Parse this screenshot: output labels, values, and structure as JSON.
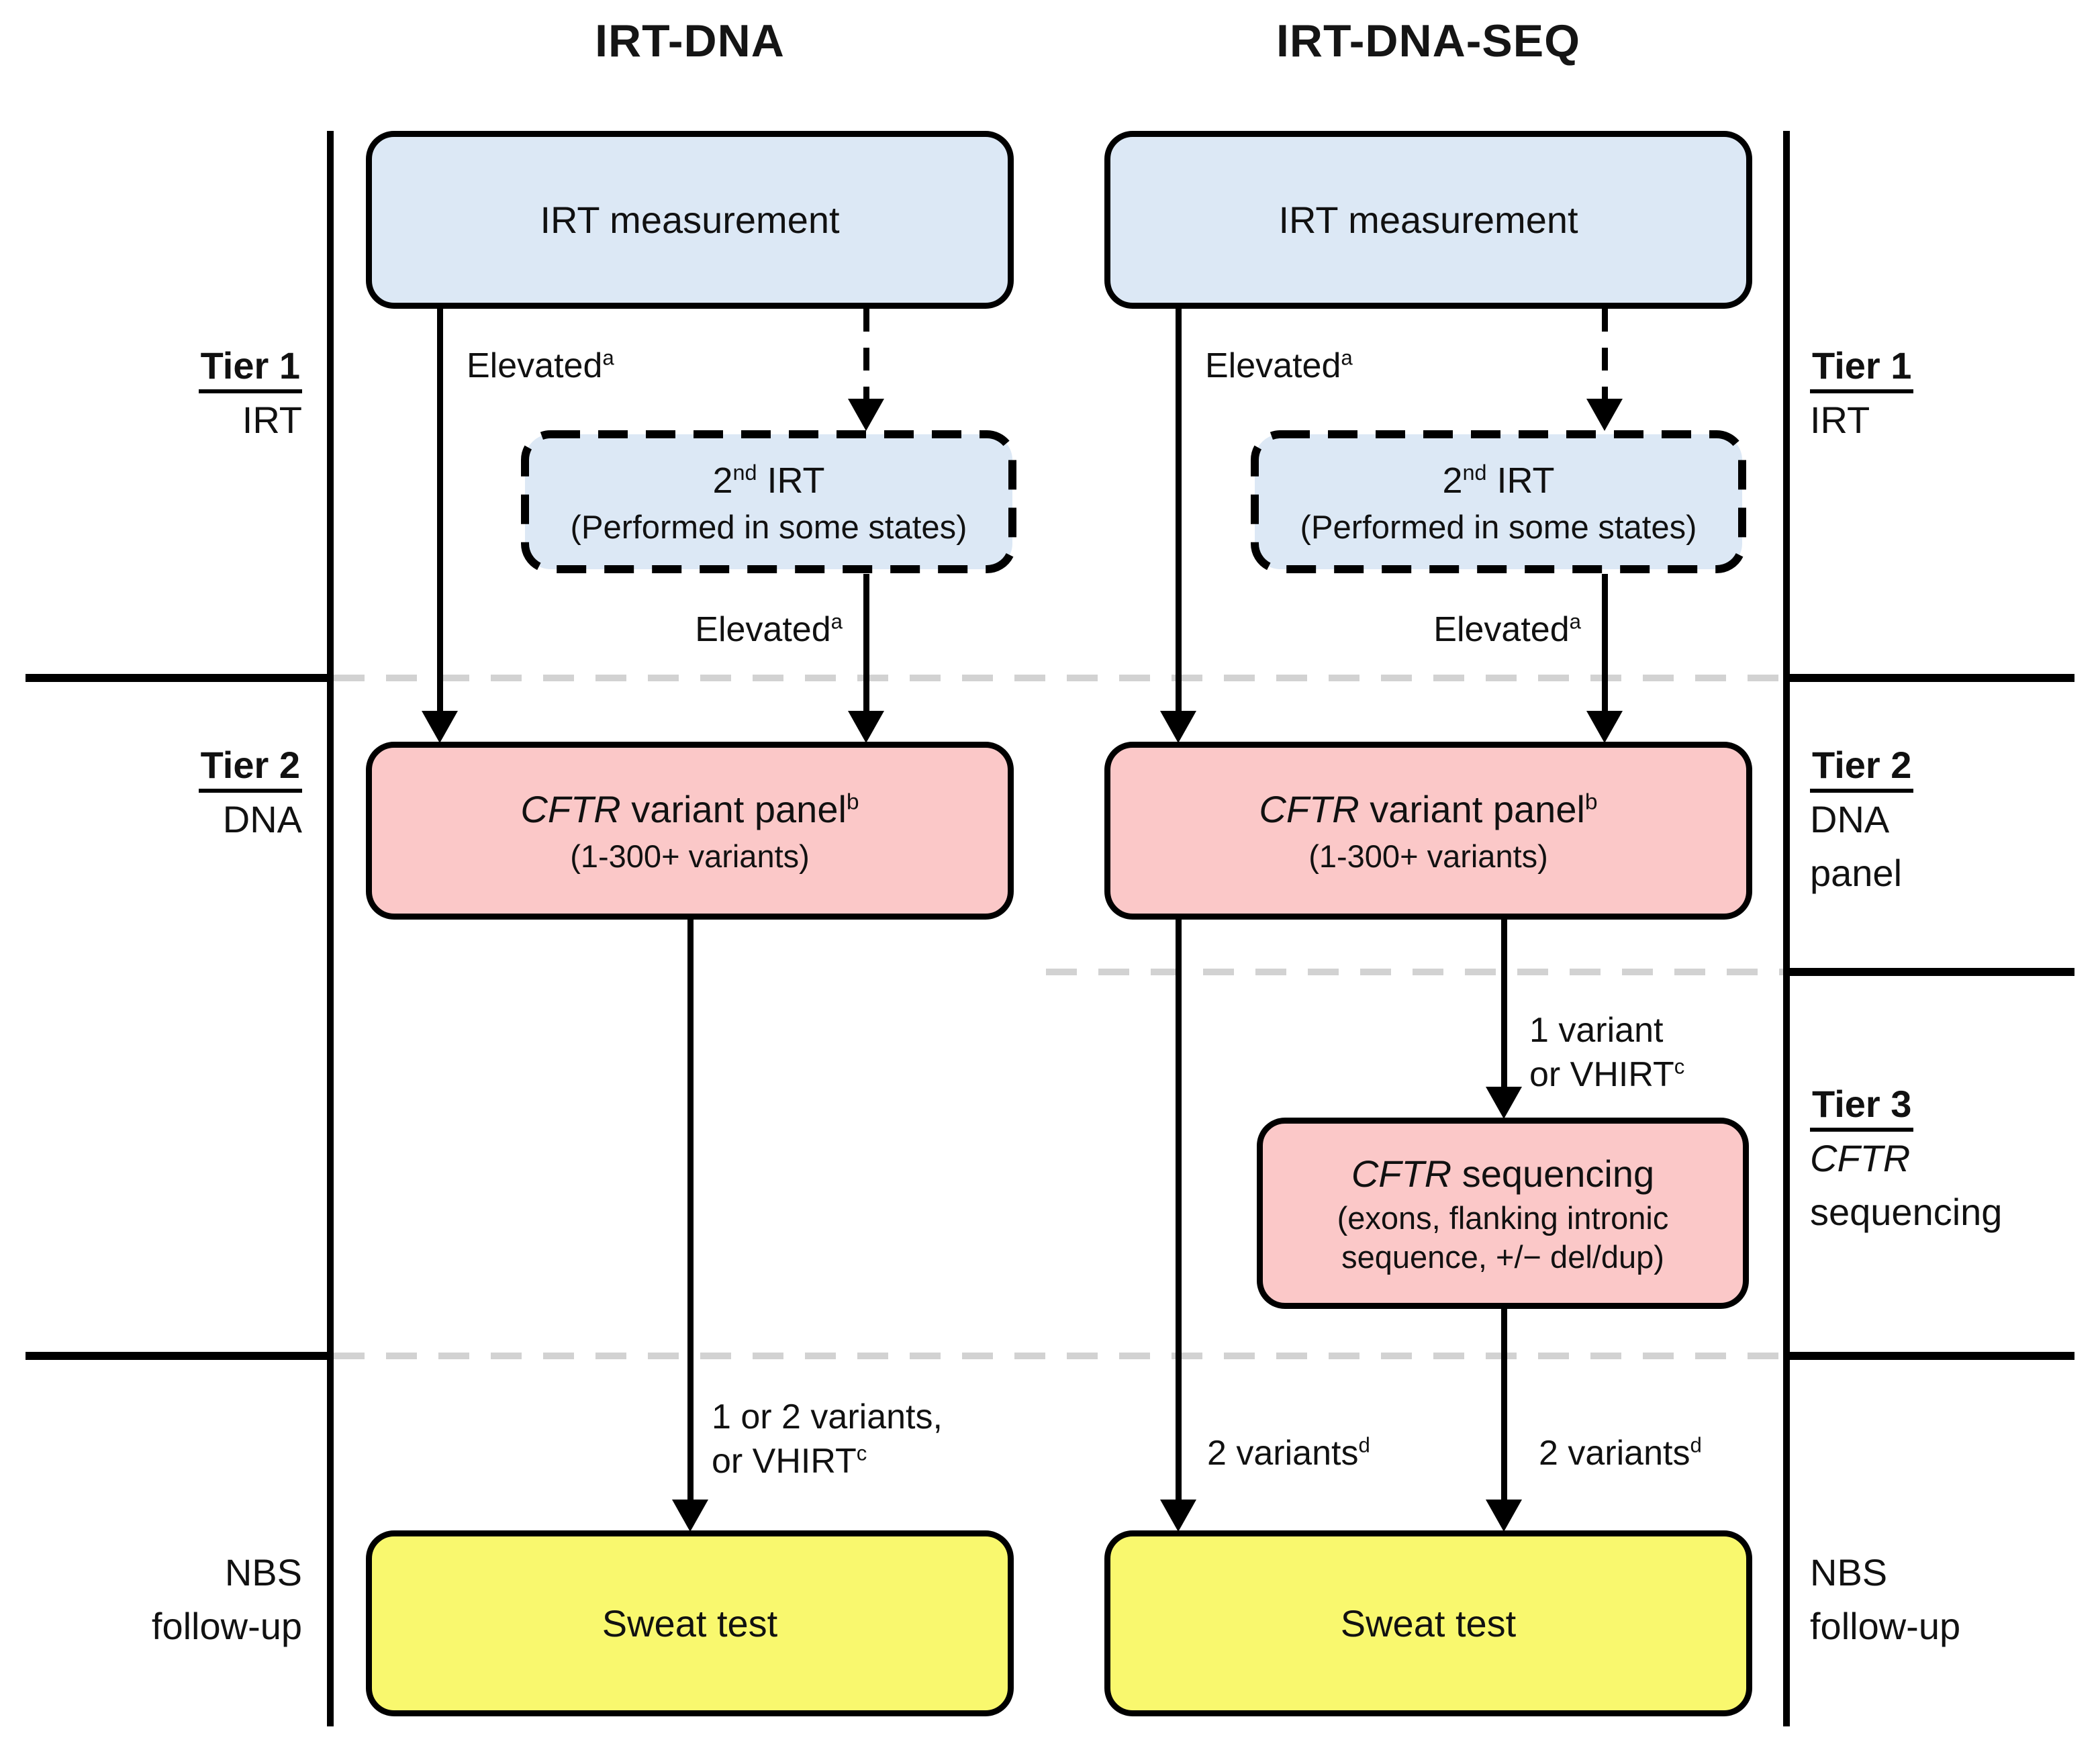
{
  "titles": {
    "left": "IRT-DNA",
    "right": "IRT-DNA-SEQ"
  },
  "colors": {
    "box_blue": "#dce8f5",
    "box_pink": "#fbc8c8",
    "box_yellow": "#f9f86e",
    "dash_gray": "#d2d2d2",
    "line_black": "#000000"
  },
  "cols": {
    "left": {
      "irt_box": "IRT measurement",
      "second_irt": {
        "num": "2",
        "sup": "nd",
        "rest": " IRT",
        "note": "(Performed in some states)"
      },
      "elevated1": {
        "text": "Elevated",
        "sup": "a"
      },
      "elevated2": {
        "text": "Elevated",
        "sup": "a"
      },
      "panel": {
        "gene": "CFTR",
        "rest": " variant panel",
        "sup": "b",
        "note": "(1-300+ variants)"
      },
      "to_sweat": {
        "line1": "1 or 2 variants,",
        "line2": "or VHIRT",
        "sup": "c"
      },
      "sweat_box": "Sweat test"
    },
    "right": {
      "irt_box": "IRT measurement",
      "second_irt": {
        "num": "2",
        "sup": "nd",
        "rest": " IRT",
        "note": "(Performed in some states)"
      },
      "elevated1": {
        "text": "Elevated",
        "sup": "a"
      },
      "elevated2": {
        "text": "Elevated",
        "sup": "a"
      },
      "panel": {
        "gene": "CFTR",
        "rest": " variant panel",
        "sup": "b",
        "note": "(1-300+ variants)"
      },
      "to_seq": {
        "line1": "1 variant",
        "line2": "or VHIRT",
        "sup": "c"
      },
      "seq_box": {
        "gene": "CFTR",
        "rest": " sequencing",
        "note1": "(exons, flanking intronic",
        "note2": "sequence, +/− del/dup)"
      },
      "variants1": {
        "text": "2 variants",
        "sup": "d"
      },
      "variants2": {
        "text": "2 variants",
        "sup": "d"
      },
      "sweat_box": "Sweat test"
    }
  },
  "side": {
    "left": {
      "tier1": {
        "title": "Tier 1",
        "sub1": "IRT"
      },
      "tier2": {
        "title": "Tier 2",
        "sub1": "DNA"
      },
      "nbs": {
        "line1": "NBS",
        "line2": "follow-up"
      }
    },
    "right": {
      "tier1": {
        "title": "Tier 1",
        "sub1": "IRT"
      },
      "tier2": {
        "title": "Tier 2",
        "sub1": "DNA",
        "sub2": "panel"
      },
      "tier3": {
        "title": "Tier 3",
        "sub1": "CFTR",
        "sub2": "sequencing"
      },
      "nbs": {
        "line1": "NBS",
        "line2": "follow-up"
      }
    }
  }
}
